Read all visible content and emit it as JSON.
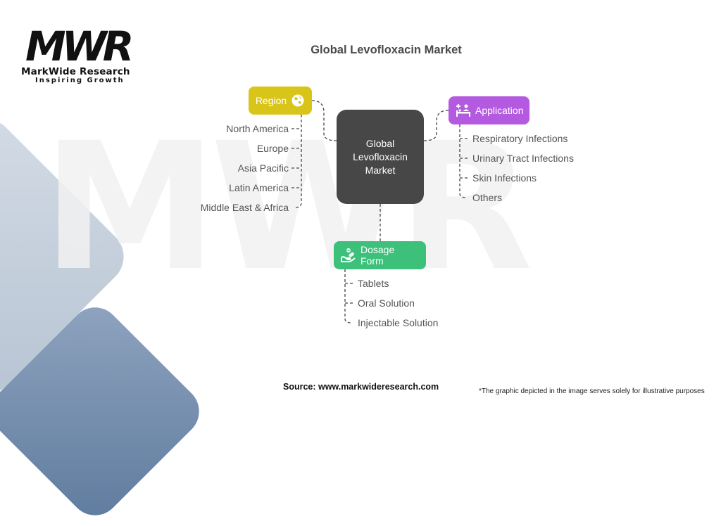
{
  "brand": {
    "logo_mark": "MWR",
    "name": "MarkWide Research",
    "tagline": "Inspiring Growth",
    "watermark": "MWR"
  },
  "title": "Global Levofloxacin Market",
  "center_node": {
    "lines": [
      "Global",
      "Levofloxacin",
      "Market"
    ],
    "color": "#474747"
  },
  "branches": {
    "region": {
      "label": "Region",
      "icon": "globe-icon",
      "color": "#d9c51a",
      "items": [
        "North America",
        "Europe",
        "Asia Pacific",
        "Latin America",
        "Middle East & Africa"
      ]
    },
    "application": {
      "label": "Application",
      "icon": "medical-care-icon",
      "color": "#b45ae0",
      "items": [
        "Respiratory Infections",
        "Urinary Tract Infections",
        "Skin Infections",
        "Others"
      ]
    },
    "dosage_form": {
      "label": "Dosage Form",
      "icon": "pill-hand-icon",
      "color": "#3cc07a",
      "items": [
        "Tablets",
        "Oral Solution",
        "Injectable Solution"
      ]
    }
  },
  "footer": {
    "source": "Source: www.markwideresearch.com",
    "disclaimer": "*The graphic depicted in the image serves solely for illustrative purposes"
  }
}
